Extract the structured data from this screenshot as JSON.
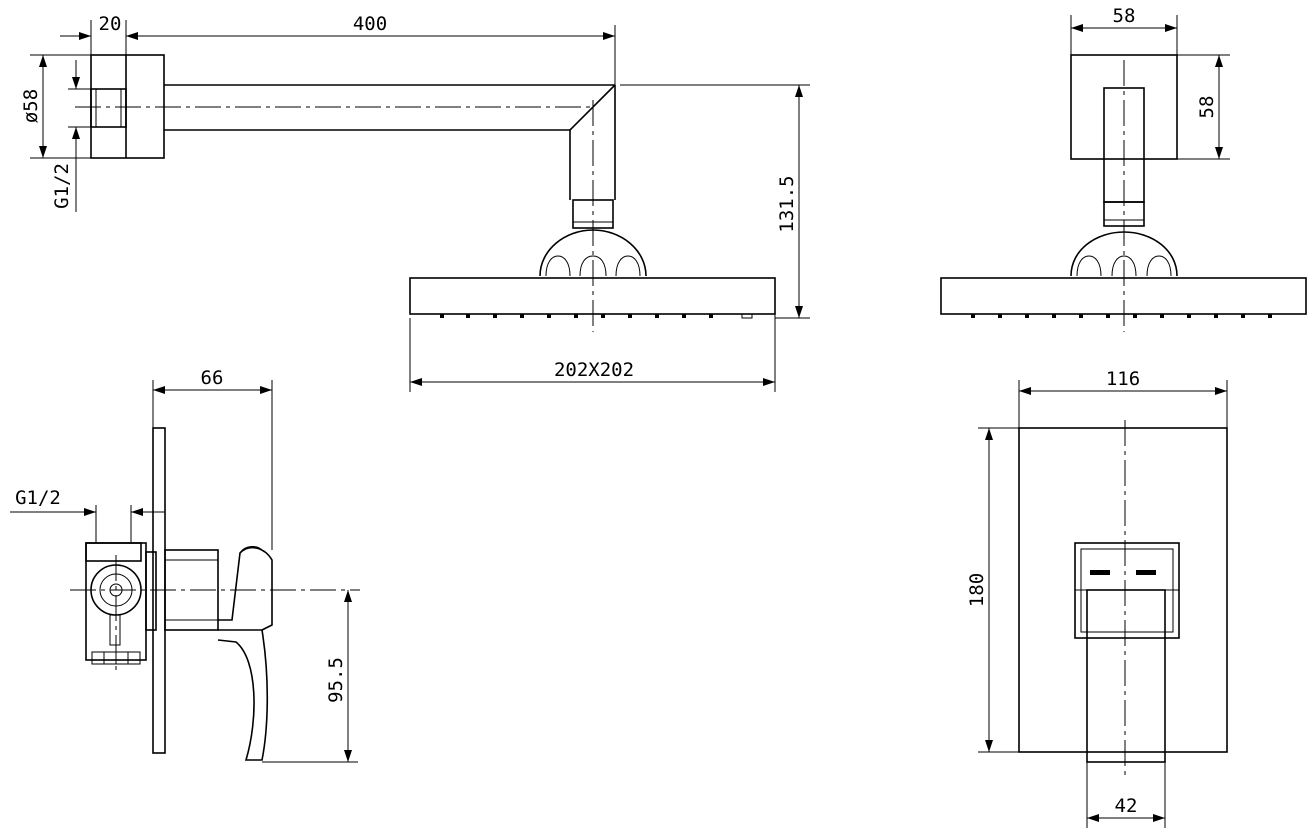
{
  "dimensions": {
    "arm_flange_depth": "20",
    "arm_length": "400",
    "flange_diameter": "ø58",
    "arm_thread": "G1/2",
    "drop_height": "131.5",
    "head_size": "202X202",
    "side_block_width": "58",
    "side_block_height": "58",
    "valve_depth": "66",
    "valve_thread": "G1/2",
    "handle_drop": "95.5",
    "plate_width": "116",
    "plate_height": "180",
    "handle_width": "42"
  },
  "colors": {
    "stroke": "#000000",
    "background": "#ffffff"
  }
}
